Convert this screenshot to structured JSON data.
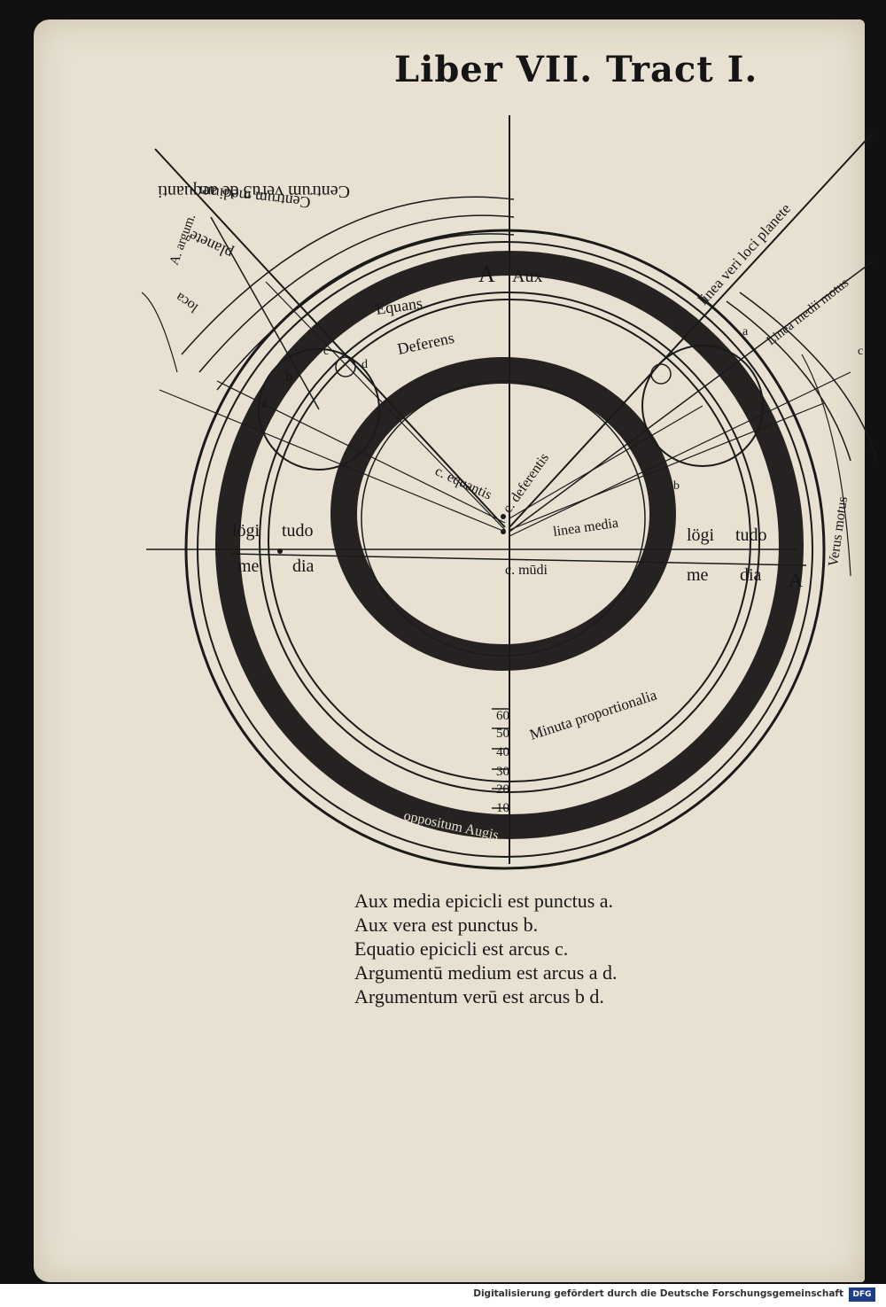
{
  "header": {
    "title": "Liber VII. Tract I."
  },
  "diagram": {
    "labels": {
      "centrum_verum": "Centrum veru3 de aequanti",
      "centrum_medium": "Centrum medium",
      "planete": "planete",
      "loca_planete": "loca",
      "argumentum": "A. argum.",
      "aux": "Aux",
      "aux_letter": "A",
      "equans": "Equans",
      "deferens": "Deferens",
      "centrum_deferentis": "c. deferentis",
      "centrum_equantis": "c. equantis",
      "linea_media": "linea media",
      "longitudo_left_1": "lögi",
      "longitudo_left_2": "tudo",
      "media_left_1": "me",
      "media_left_2": "dia",
      "longitudo_right_1": "lögi",
      "longitudo_right_2": "tudo",
      "media_right_1": "me",
      "media_right_2": "dia",
      "centrum_mundi": "c. mūdi",
      "minuta": "Minuta proportionalia",
      "oppositum_augis": "oppositum Augis",
      "linea_veri_loci": "linea veri loci planete",
      "linea_medii_motus": "Linea medii motus",
      "verus_motus": "Verus motus",
      "a_right": "A",
      "b_left": "b",
      "a_left": "a",
      "c_left": "c",
      "d_left": "d",
      "a_upright": "a",
      "b_upright": "b",
      "c_upright": "c"
    },
    "scale_ticks": [
      "60",
      "50",
      "40",
      "30",
      "20",
      "10"
    ]
  },
  "caption": {
    "lines": [
      "Aux media epicicli est punctus a.",
      "Aux vera est punctus b.",
      "Equatio epicicli est arcus c.",
      "Argumentū medium est arcus a d.",
      "Argumentum verū est arcus b d."
    ]
  },
  "footer": {
    "text": "Digitalisierung gefördert durch die Deutsche Forschungsgemeinschaft",
    "logo": "DFG"
  }
}
